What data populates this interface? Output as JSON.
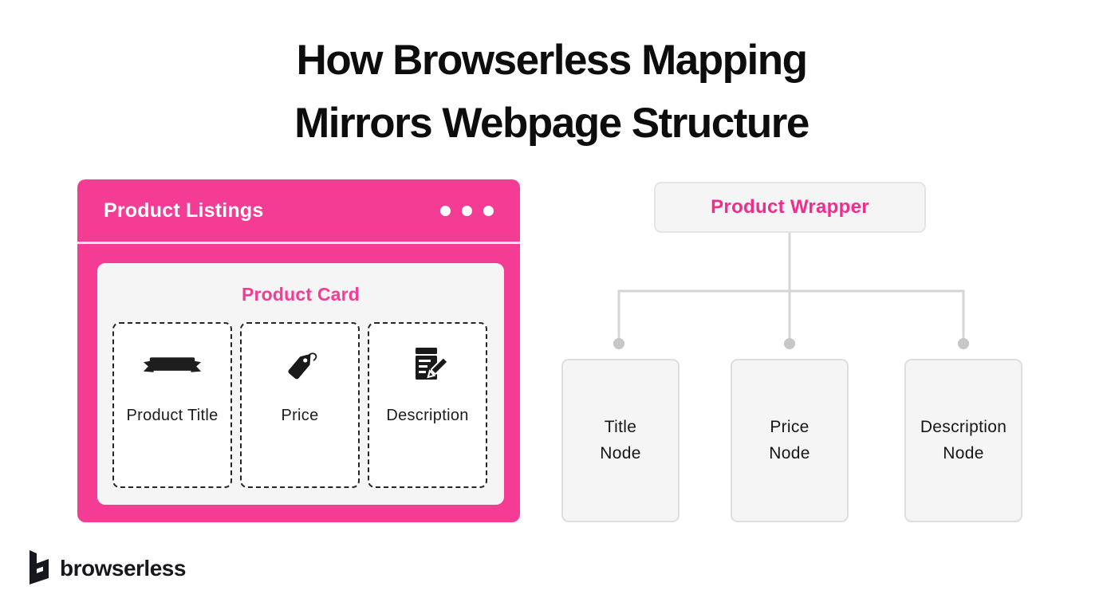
{
  "title": {
    "line1": "How Browserless Mapping",
    "line2": "Mirrors Webpage Structure"
  },
  "colors": {
    "accent_pink": "#f43c95",
    "panel_gray": "#f5f5f6",
    "connector_gray": "#d5d5d5",
    "dot_gray": "#c7c7c7",
    "text_dark": "#161616"
  },
  "browser_window": {
    "header": {
      "title": "Product Listings",
      "menu_icon": "three-dots-icon"
    },
    "card": {
      "title": "Product Card",
      "fields": [
        {
          "icon": "ribbon-banner-icon",
          "label": "Product Title"
        },
        {
          "icon": "price-tag-icon",
          "label": "Price"
        },
        {
          "icon": "document-edit-icon",
          "label": "Description"
        }
      ]
    }
  },
  "tree": {
    "root": {
      "label": "Product Wrapper"
    },
    "children": [
      {
        "label": "Title\nNode"
      },
      {
        "label": "Price\nNode"
      },
      {
        "label": "Description\nNode"
      }
    ]
  },
  "footer": {
    "brand": "browserless",
    "logo_icon": "browserless-b-icon"
  }
}
